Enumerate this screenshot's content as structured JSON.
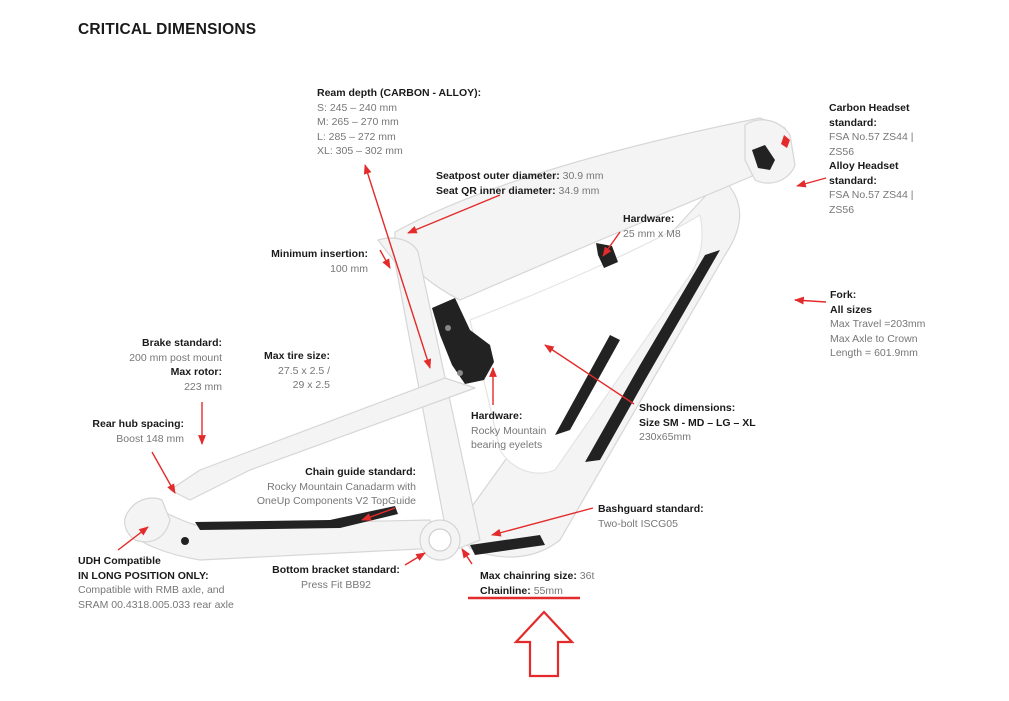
{
  "page": {
    "title": "CRITICAL DIMENSIONS",
    "accent_color": "#e32b2b",
    "frame_color": "#f4f4f4",
    "dark_part_color": "#222222"
  },
  "labels": {
    "ream": {
      "heading": "Ream depth (CARBON - ALLOY):",
      "lines": [
        "S: 245 – 240 mm",
        "M: 265 – 270 mm",
        "L: 285 – 272 mm",
        "XL: 305 – 302 mm"
      ]
    },
    "seatpost": {
      "outer_label": "Seatpost outer diameter:",
      "outer_value": "30.9 mm",
      "inner_label": "Seat QR inner diameter:",
      "inner_value": "34.9 mm"
    },
    "hardware_top": {
      "heading": "Hardware:",
      "value": "25 mm x M8"
    },
    "min_insertion": {
      "heading": "Minimum insertion:",
      "value": "100 mm"
    },
    "carbon_headset": {
      "heading_1": "Carbon Headset",
      "heading_2": "standard:",
      "value_1": "FSA No.57 ZS44 |",
      "value_2": "ZS56"
    },
    "alloy_headset": {
      "heading_1": "Alloy Headset",
      "heading_2": "standard:",
      "value_1": "FSA No.57 ZS44 |",
      "value_2": "ZS56"
    },
    "fork": {
      "heading": "Fork:",
      "subheading": "All sizes",
      "value_1": "Max Travel =203mm",
      "value_2": "Max Axle to Crown",
      "value_3": "Length = 601.9mm"
    },
    "brake": {
      "heading": "Brake standard:",
      "value": "200 mm post mount",
      "rotor_heading": "Max rotor:",
      "rotor_value": "223 mm"
    },
    "tire": {
      "heading": "Max tire size:",
      "value_1": "27.5 x 2.5 /",
      "value_2": "29 x 2.5"
    },
    "rear_hub": {
      "heading": "Rear hub spacing:",
      "value": "Boost 148 mm"
    },
    "hardware_mid": {
      "heading": "Hardware:",
      "value_1": "Rocky Mountain",
      "value_2": "bearing eyelets"
    },
    "shock": {
      "heading_1": "Shock dimensions:",
      "heading_2": "Size SM -  MD – LG – XL",
      "value": "230x65mm"
    },
    "chain_guide": {
      "heading": "Chain guide standard:",
      "value_1": "Rocky Mountain Canadarm with",
      "value_2": "OneUp Components V2 TopGuide"
    },
    "bashguard": {
      "heading": "Bashguard standard:",
      "value": "Two-bolt ISCG05"
    },
    "udh": {
      "heading_1": "UDH Compatible",
      "heading_2": "IN LONG POSITION ONLY:",
      "value_1": "Compatible with RMB axle, and",
      "value_2": "SRAM 00.4318.005.033 rear axle"
    },
    "bottom_bracket": {
      "heading": "Bottom bracket standard:",
      "value": "Press Fit BB92"
    },
    "chainring": {
      "heading": "Max chainring size:",
      "value": "36t"
    },
    "chainline": {
      "heading": "Chainline:",
      "value": "55mm"
    }
  }
}
